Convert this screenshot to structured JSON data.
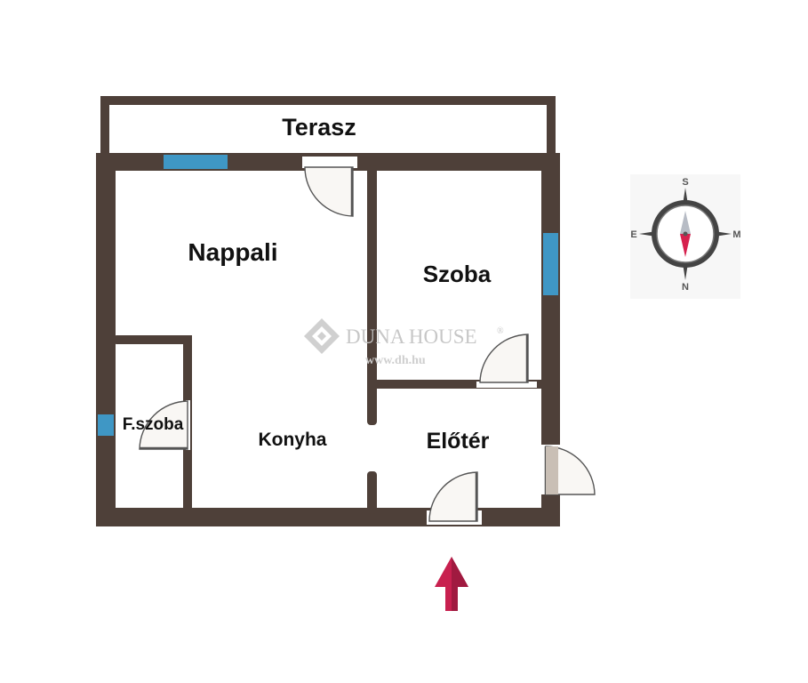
{
  "rooms": {
    "terasz": "Terasz",
    "nappali": "Nappali",
    "szoba": "Szoba",
    "fszoba": "F.szoba",
    "konyha": "Konyha",
    "eloter": "Előtér"
  },
  "watermark": {
    "brand": "DUNA HOUSE",
    "registered": "®",
    "url": "www.dh.hu"
  },
  "compass": {
    "top": "S",
    "right": "M",
    "bottom": "N",
    "left": "E"
  },
  "colors": {
    "wall": "#4e4039",
    "window": "#3f97c5",
    "door_fill": "#f9f7f4",
    "door_shade": "#c9bfb5",
    "entrance_arrow": "#c8204f"
  },
  "icons": {
    "entrance": "entrance-arrow-icon",
    "compass": "compass-icon",
    "logo": "duna-house-logo-icon"
  }
}
